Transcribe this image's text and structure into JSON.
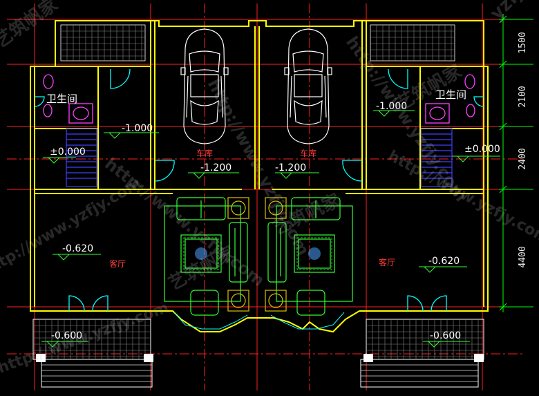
{
  "dimensions": [
    "1500",
    "2100",
    "2400",
    "4400"
  ],
  "rooms": {
    "bathroom": "卫生间",
    "garage": "车库",
    "living_room": "客厅"
  },
  "elevations": {
    "bath_left": "-1.000",
    "bath_right": "-1.000",
    "entry_left": "±0.000",
    "entry_right": "±0.000",
    "garage_left": "-1.200",
    "garage_right": "-1.200",
    "living_left": "-0.620",
    "living_right": "-0.620",
    "porch_left": "-0.600",
    "porch_right": "-0.600"
  },
  "watermark": {
    "url": "http://www.yzfjy.com",
    "brand": "艺筑帆家",
    "short": "yzfj"
  },
  "colors": {
    "background": "#000000",
    "wall": "#ffff00",
    "axis": "#ff0000",
    "dimension_line": "#00ff00",
    "text": "#ffffff",
    "door": "#00ffff",
    "stair": "#0000ff",
    "furniture": "#00ff00",
    "bathroom_fixture": "#ff00ff"
  }
}
